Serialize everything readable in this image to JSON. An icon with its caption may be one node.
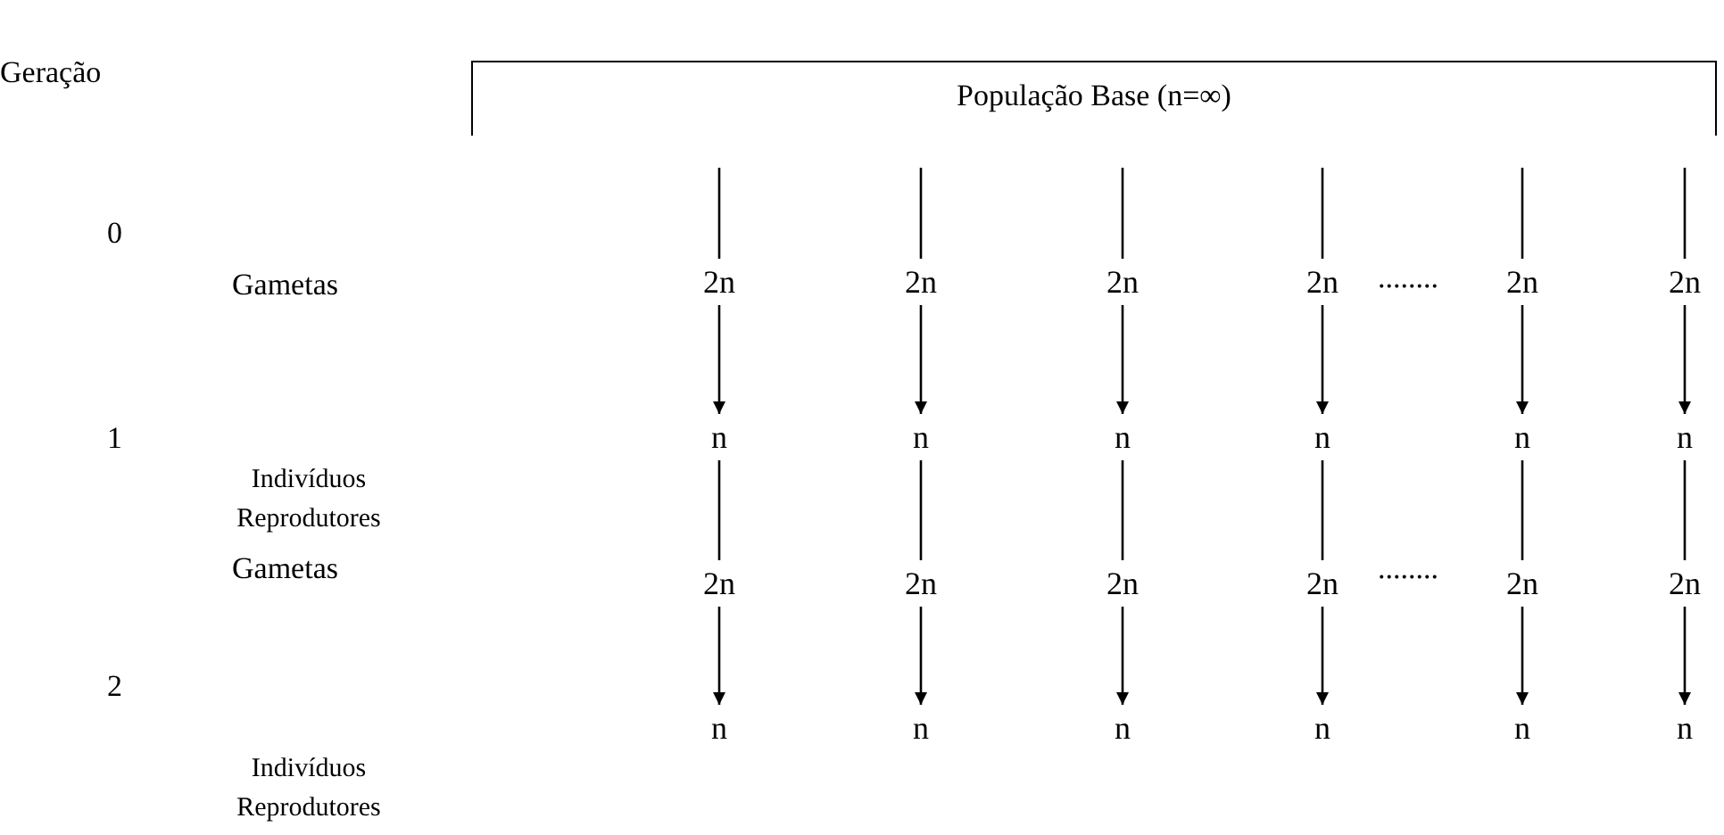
{
  "diagram": {
    "nodes": [
      {
        "text": [
          "População Base (n=∞)"
        ]
      },
      {
        "text": [
          "2n"
        ]
      },
      {
        "text": [
          "2n"
        ]
      },
      {
        "text": [
          "2n"
        ]
      },
      {
        "text": [
          "2n"
        ]
      },
      {
        "text": [
          "2n"
        ]
      },
      {
        "text": [
          "2n"
        ]
      },
      {
        "text": [
          "n"
        ]
      },
      {
        "text": [
          "n"
        ]
      },
      {
        "text": [
          "n"
        ]
      },
      {
        "text": [
          "n"
        ]
      },
      {
        "text": [
          "n"
        ]
      },
      {
        "text": [
          "n"
        ]
      },
      {
        "text": [
          "2n"
        ]
      },
      {
        "text": [
          "2n"
        ]
      },
      {
        "text": [
          "2n"
        ]
      },
      {
        "text": [
          "2n"
        ]
      },
      {
        "text": [
          "2n"
        ]
      },
      {
        "text": [
          "2n"
        ]
      },
      {
        "text": [
          "n"
        ]
      },
      {
        "text": [
          "n"
        ]
      },
      {
        "text": [
          "n"
        ]
      },
      {
        "text": [
          "n"
        ]
      },
      {
        "text": [
          "n"
        ]
      },
      {
        "text": [
          "n"
        ]
      }
    ],
    "edges": [
      {
        "from": 0,
        "to": 1,
        "arrow": "none"
      },
      {
        "from": 0,
        "to": 2,
        "arrow": "none"
      },
      {
        "from": 0,
        "to": 3,
        "arrow": "none"
      },
      {
        "from": 0,
        "to": 4,
        "arrow": "none"
      },
      {
        "from": 0,
        "to": 5,
        "arrow": "none"
      },
      {
        "from": 0,
        "to": 6,
        "arrow": "none"
      },
      {
        "from": 1,
        "to": 7,
        "arrow": "to"
      },
      {
        "from": 2,
        "to": 8,
        "arrow": "to"
      },
      {
        "from": 3,
        "to": 9,
        "arrow": "to"
      },
      {
        "from": 4,
        "to": 10,
        "arrow": "to"
      },
      {
        "from": 5,
        "to": 11,
        "arrow": "to"
      },
      {
        "from": 6,
        "to": 12,
        "arrow": "to"
      },
      {
        "from": 7,
        "to": 13,
        "arrow": "none"
      },
      {
        "from": 8,
        "to": 14,
        "arrow": "none"
      },
      {
        "from": 9,
        "to": 15,
        "arrow": "none"
      },
      {
        "from": 10,
        "to": 16,
        "arrow": "none"
      },
      {
        "from": 11,
        "to": 17,
        "arrow": "none"
      },
      {
        "from": 12,
        "to": 18,
        "arrow": "none"
      },
      {
        "from": 13,
        "to": 19,
        "arrow": "to"
      },
      {
        "from": 14,
        "to": 20,
        "arrow": "to"
      },
      {
        "from": 15,
        "to": 21,
        "arrow": "to"
      },
      {
        "from": 16,
        "to": 22,
        "arrow": "to"
      },
      {
        "from": 17,
        "to": 23,
        "arrow": "to"
      },
      {
        "from": 18,
        "to": 24,
        "arrow": "to"
      }
    ],
    "labels": [
      "Geração",
      "0",
      "Gametas",
      "........",
      "1",
      "Indivíduos Reprodutores",
      "Gametas",
      "........",
      "2",
      "Indivíduos Reprodutores"
    ]
  }
}
